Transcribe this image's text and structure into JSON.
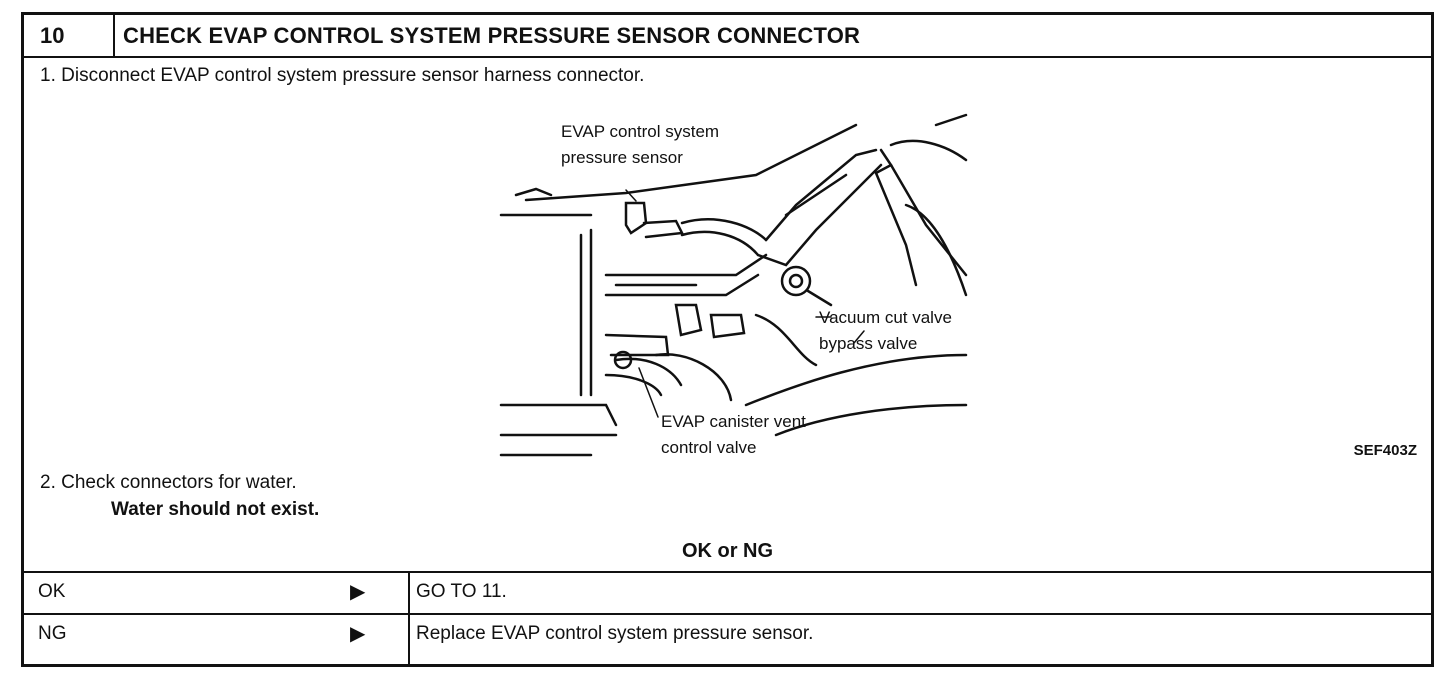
{
  "step": {
    "number": "10",
    "title": "CHECK EVAP CONTROL SYSTEM PRESSURE SENSOR CONNECTOR"
  },
  "instructions": {
    "step1": "1. Disconnect EVAP control system pressure sensor harness connector.",
    "step2": "2. Check connectors for water.",
    "step2_note": "Water should not exist."
  },
  "figure": {
    "labels": {
      "sensor_line1": "EVAP control system",
      "sensor_line2": "pressure sensor",
      "valve_line1": "Vacuum cut valve",
      "valve_line2": "bypass valve",
      "vent_line1": "EVAP canister vent",
      "vent_line2": "control valve"
    },
    "code": "SEF403Z"
  },
  "result": {
    "header": "OK or NG",
    "rows": [
      {
        "key": "OK",
        "arrow": "▶",
        "action": "GO TO 11."
      },
      {
        "key": "NG",
        "arrow": "▶",
        "action": "Replace EVAP control system pressure sensor."
      }
    ]
  }
}
